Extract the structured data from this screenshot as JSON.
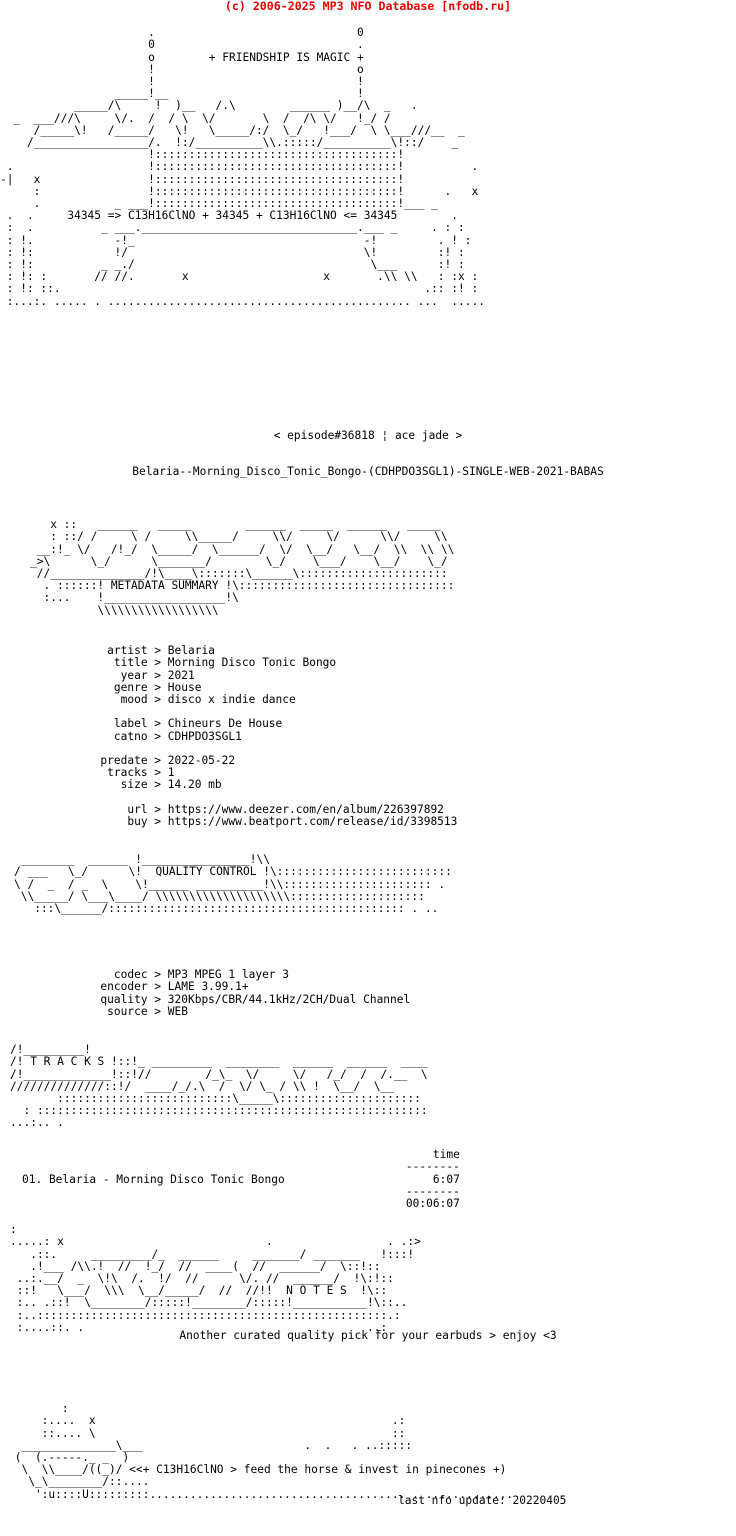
{
  "site_header": {
    "text": "(c) 2006-2025 MP3 NFO Database [nfodb.ru]",
    "color": "#ee0000"
  },
  "banner": {
    "tagline": "+ FRIENDSHIP IS MAGIC +",
    "formula_line": "34345 => C13H16ClNO + 34345 + C13H16ClNO <= 34345",
    "episode_line": "< episode#36818 ¦ ace jade >",
    "release_name": "Belaria--Morning_Disco_Tonic_Bongo-(CDHPDO3SGL1)-SINGLE-WEB-2021-BABAS"
  },
  "sections": {
    "metadata_title": "METADATA SUMMARY",
    "quality_title": "QUALITY CONTROL",
    "tracks_title": "T R A C K S",
    "notes_title": "N O T E S"
  },
  "metadata": {
    "rows": [
      {
        "key": "artist",
        "sep": ">",
        "value": "Belaria"
      },
      {
        "key": "title",
        "sep": ">",
        "value": "Morning Disco Tonic Bongo"
      },
      {
        "key": "year",
        "sep": ">",
        "value": "2021"
      },
      {
        "key": "genre",
        "sep": ">",
        "value": "House"
      },
      {
        "key": "mood",
        "sep": ">",
        "value": "disco x indie dance"
      },
      {
        "key": "label",
        "sep": ">",
        "value": "Chineurs De House"
      },
      {
        "key": "catno",
        "sep": ">",
        "value": "CDHPDO3SGL1"
      },
      {
        "key": "predate",
        "sep": ">",
        "value": "2022-05-22"
      },
      {
        "key": "tracks",
        "sep": ">",
        "value": "1"
      },
      {
        "key": "size",
        "sep": ">",
        "value": "14.20 mb"
      },
      {
        "key": "url",
        "sep": ">",
        "value": "https://www.deezer.com/en/album/226397892"
      },
      {
        "key": "buy",
        "sep": ">",
        "value": "https://www.beatport.com/release/id/3398513"
      }
    ],
    "block_text": "       artist > Belaria\n        title > Morning Disco Tonic Bongo\n         year > 2021\n        genre > House\n         mood > disco x indie dance\n\n        label > Chineurs De House\n        catno > CDHPDO3SGL1\n\n      predate > 2022-05-22\n       tracks > 1\n         size > 14.20 mb\n\n          url > https://www.deezer.com/en/album/226397892\n          buy > https://www.beatport.com/release/id/3398513"
  },
  "quality": {
    "rows": [
      {
        "key": "codec",
        "sep": ">",
        "value": "MP3 MPEG 1 layer 3"
      },
      {
        "key": "encoder",
        "sep": ">",
        "value": "LAME 3.99.1+"
      },
      {
        "key": "quality",
        "sep": ">",
        "value": "320Kbps/CBR/44.1kHz/2CH/Dual Channel"
      },
      {
        "key": "source",
        "sep": ">",
        "value": "WEB"
      }
    ],
    "block_text": "        codec > MP3 MPEG 1 layer 3\n      encoder > LAME 3.99.1+\n      quality > 320Kbps/CBR/44.1kHz/2CH/Dual Channel\n       source > WEB"
  },
  "tracklist": {
    "time_header": "time",
    "rule": "--------",
    "rows": [
      {
        "num": "01.",
        "artist": "Belaria",
        "dash": "-",
        "title": "Morning Disco Tonic Bongo",
        "time": "6:07"
      }
    ],
    "total": "00:06:07",
    "block_text": "                                                             time\n                                                         --------\n01. Belaria - Morning Disco Tonic Bongo                      6:07\n                                                         --------\n                                                         00:06:07"
  },
  "notes": {
    "text": "Another curated quality pick for your earbuds > enjoy <3"
  },
  "footer": {
    "greet_line": "<<+ C13H16ClNO > feed the horse & invest in pinecones +)",
    "last_update_label": "last nfo update:",
    "last_update_value": "20220405"
  },
  "ascii": {
    "header_art": "                      .                              0\n                      0                              .\n                      o        + FRIENDSHIP IS MAGIC +\n                      !                              o\n                      !                              !\n                 _____!__                            !\n           _____/\\     !  )__   /.\\        ______ )__/\\  _   .\n  _  ___///\\     \\/.  /  / \\  \\/       \\  /  /\\ \\/   !_/ /\n     /_____\\!   /_____/   \\!   \\_____/:/  \\_/   !___/  \\ \\___///__  _\n    /_________________/.  !:/__________\\\\.:::::/__________\\!::/    _\n                      !::::::::::::::::::::::::::::::::::::!\n .                    !::::::::::::::::::::::::::::::::::::!          .\n-|   x                !::::::::::::::::::::::::::::::::::::!\n     :                !::::::::::::::::::::::::::::::::::::!      .   x\n     .           _ ___!::::::::::::::::::::::::::::::::::::!___ _\n .  .     34345 => C13H16ClNO + 34345 + C13H16ClNO <= 34345        .\n :  .          _ ___.________________________________.___ _     . : :\n : !.            -!_                                  -!         . ! :\n : !:            !/                                   \\!         :! :\n : !:          _ _./                                   \\___      :! :\n : !: :       // //.       x                    x       .\\\\ \\\\   : :x :\n : !: ::.                                                      .:: :! :\n :...:. ..... . ............................................. ...  .....",
    "metadata_art": "   x ::   ______   _____        ______  _____  ______   _____\n   : ::/ /     \\ /     \\\\_____/     \\\\/     \\/      \\\\/     \\\\\n __:!_ \\/   /!_/  \\_____/  \\______/  \\/  \\__/   \\__/  \\\\  \\\\ \\\\\n_>\\      \\_/      \\_______/        \\_/    \\___/    \\__/    \\_/\n //______________/!\\____\\:::::::\\______\\::::::::::::::::::::::\n  . ::::::! METADATA SUMMARY !\\::::::::::::::::::::::::::::::::\n  :...    !__________________!\\\n          \\\\\\\\\\\\\\\\\\\\\\\\\\\\\\\\\\\\",
    "quality_art": " ________  ______ !________________!\\\\\n/ ___   \\_/      \\!  QUALITY CONTROL !\\::::::::::::::::::::::::::\n\\ /  _  / _  \\    \\!______ __________!\\\\:::::::::::::::::::::: .\n \\\\_____/ \\___\\____/ \\\\\\\\\\\\\\\\\\\\\\\\\\\\\\\\\\\\\\\\::::::::::::::::::::\n   :::\\______/:::::::::::::::::::::::::::::::::::::::::::: . ..",
    "tracks_art": "/!_________!\n/! T R A C K S !::!_ _________  ________  ______  ______  ____\n/!_____________!::!//        /_\\_  \\/     \\/   /_/  /  /.__  \\\n//////////////::!/  ____/_/.\\  /  \\/ \\_ / \\\\ !  \\__/  \\__\n       ::::::::::::::::::::::::::\\_____\\:::::::::::::::::::::\n  : ::::::::::::::::::::::::::::::::::::::::::::::::::::::::::\n...:.. .",
    "notes_art": ":\n.....: x                              .                 . .:>\n   .::.     _________/_  ______     _______/ _______   !:::!\n   .!___ /\\\\.!  //  !_/  //  ____(  //  ______/  \\::!::\n ..:.__/  _  \\!\\  /.  !/  //      \\/. //  ______/  !\\:!::\n ::!   \\___/  \\\\\\  \\__/_____/  //  //!!  N O T E S  !\\::\n :.. .::!  \\________/:::::!________/:::::!___________!\\::..\n :..::::::::::::::::::::::::::::::::::::::::::::::::::::.:\n :....::. .                                          ..:",
    "footer_art": "        :\n     :....  x                                            .:\n     ::.... \\                                            ::\n  ______________\\___                        .  .   . ..:::::\n (  (.-----._ _  )\n  \\  \\\\____/((_)/ <<+ C13H16ClNO > feed the horse & invest in pinecones +)\n   \\_\\________/::....\n    ':u::::U:::::::::...................................... . ............."
  }
}
